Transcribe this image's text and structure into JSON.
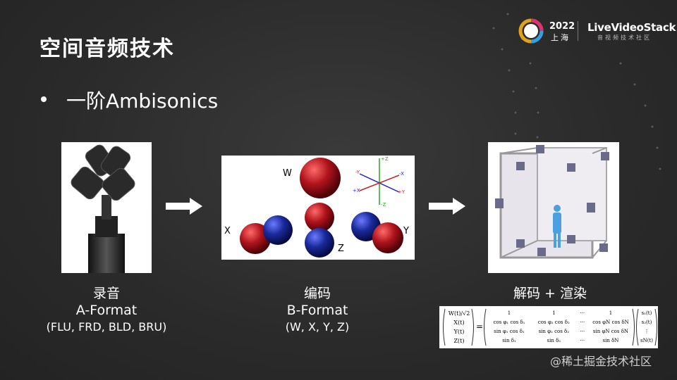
{
  "title": "空间音频技术",
  "bullet": "一阶Ambisonics",
  "logo": {
    "year": "2022",
    "city": "上海",
    "brand": "LiveVideoStack",
    "brand_sub": "音视频技术社区"
  },
  "steps": [
    {
      "line1": "录音",
      "line2": "A-Format",
      "line3": "(FLU, FRD, BLD, BRU)"
    },
    {
      "line1": "编码",
      "line2": "B-Format",
      "line3": "(W, X, Y, Z)"
    },
    {
      "line1": "解码 + 渲染"
    }
  ],
  "bformat": {
    "w_label": "W",
    "x_label": "X",
    "y_label": "Y",
    "z_label": "Z",
    "axes": {
      "pz": "+Z",
      "nz": "-Z",
      "px": "+X",
      "nx": "-X",
      "py": "+Y",
      "ny": "-Y"
    }
  },
  "formula": {
    "lhs": [
      "W(t)/√2",
      "X(t)",
      "Y(t)",
      "Z(t)"
    ],
    "eq": "=",
    "rows": [
      [
        "1",
        "1",
        "⋯",
        "1"
      ],
      [
        "cos φ₁ cos δ₁",
        "cos φ₂ cos δ₂",
        "⋯",
        "cos φN cos δN"
      ],
      [
        "sin φ₁ cos δ₁",
        "sin φ₂ cos δ₂",
        "⋯",
        "sin φN cos δN"
      ],
      [
        "sin δ₁",
        "sin δ₂",
        "⋯",
        "sin δN"
      ]
    ],
    "rhs": [
      "s₁(t)",
      "s₂(t)",
      "⋮",
      "sN(t)"
    ]
  },
  "watermark": "@稀土掘金技术社区",
  "colors": {
    "background": "#2b2b2b",
    "red_sphere": "#b0141c",
    "blue_sphere": "#1a2a9a",
    "axis_green": "#22aa22"
  }
}
